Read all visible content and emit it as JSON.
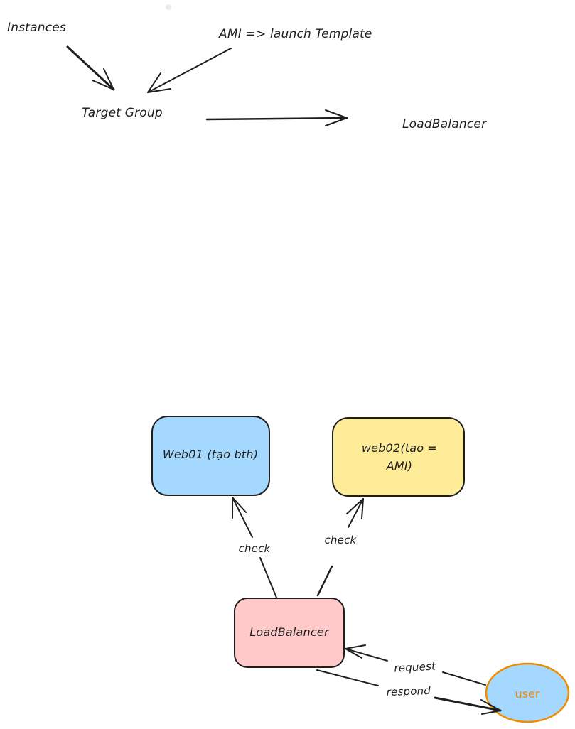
{
  "top_flow": {
    "instances": "Instances",
    "ami_launch_template": "AMI => launch Template",
    "target_group": "Target Group",
    "load_balancer": "LoadBalancer"
  },
  "bottom_diagram": {
    "web01": "Web01 (tạo bth)",
    "web02_line1": "web02(tạo =",
    "web02_line2": "AMI)",
    "load_balancer": "LoadBalancer",
    "user": "user",
    "check_1": "check",
    "check_2": "check",
    "request": "request",
    "respond": "respond"
  },
  "colors": {
    "ink": "#1e1e1e",
    "web01_fill": "#a5d8ff",
    "web02_fill": "#ffec99",
    "load_balancer_fill": "#ffc9c9",
    "user_fill": "#a5d8ff",
    "user_stroke": "#f08c00",
    "user_text": "#f08c00",
    "dot": "#e9ecef"
  }
}
